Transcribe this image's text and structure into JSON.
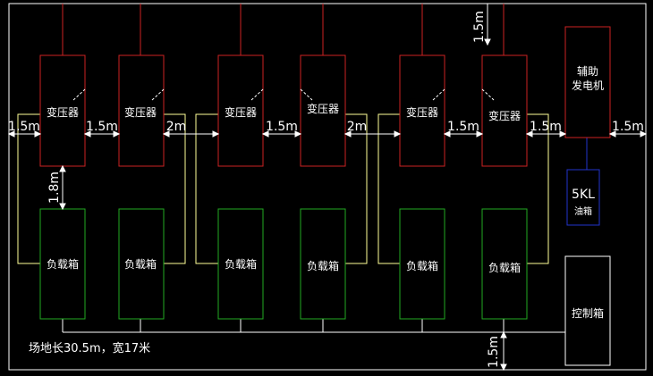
{
  "colors": {
    "background": "#000000",
    "transformer": "#cc2222",
    "load_box": "#22aa22",
    "oil_tank": "#2233cc",
    "text": "#ffffff",
    "outline": "#ffffff",
    "wiring": "#ffff99"
  },
  "transformers": [
    {
      "label": "变压器"
    },
    {
      "label": "变压器"
    },
    {
      "label": "变压器"
    },
    {
      "label": "变压器"
    },
    {
      "label": "变压器"
    },
    {
      "label": "变压器"
    }
  ],
  "load_boxes": [
    {
      "label": "负载箱"
    },
    {
      "label": "负载箱"
    },
    {
      "label": "负载箱"
    },
    {
      "label": "负载箱"
    },
    {
      "label": "负载箱"
    },
    {
      "label": "负载箱"
    }
  ],
  "generator": {
    "line1": "辅助",
    "line2": "发电机"
  },
  "oil_tank": {
    "capacity": "5KL",
    "label": "油箱"
  },
  "control_box": {
    "label": "控制箱"
  },
  "dimensions": {
    "left_edge": "1.5m",
    "gap_1": "1.5m",
    "gap_2": "2m",
    "gap_3": "1.5m",
    "gap_4": "2m",
    "gap_5": "1.5m",
    "gap_6": "1.5m",
    "right_edge": "1.5m",
    "top": "1.5m",
    "vertical": "1.8m",
    "bottom": "1.5m"
  },
  "site_note": "场地长30.5m，宽17米"
}
